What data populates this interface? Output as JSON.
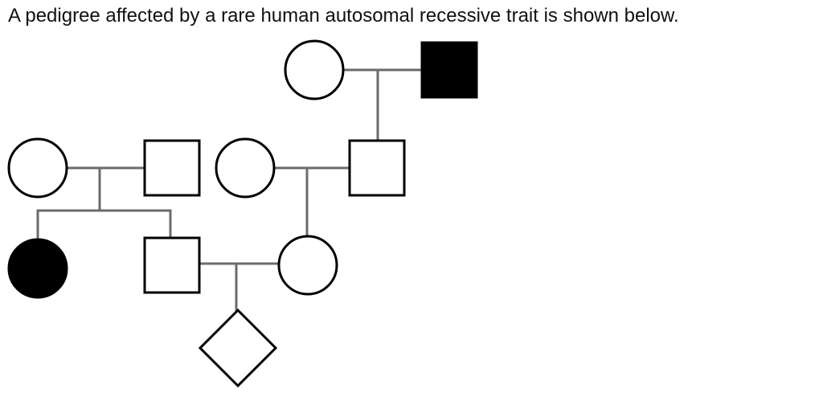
{
  "question": {
    "text": "A pedigree affected by a rare human autosomal recessive trait is shown below."
  },
  "pedigree": {
    "individuals": [
      {
        "id": "I-1",
        "sex": "female",
        "affected": false
      },
      {
        "id": "I-2",
        "sex": "male",
        "affected": true
      },
      {
        "id": "II-1",
        "sex": "female",
        "affected": false
      },
      {
        "id": "II-2",
        "sex": "male",
        "affected": false
      },
      {
        "id": "II-3",
        "sex": "female",
        "affected": false
      },
      {
        "id": "II-4",
        "sex": "male",
        "affected": false
      },
      {
        "id": "III-1",
        "sex": "female",
        "affected": true
      },
      {
        "id": "III-2",
        "sex": "male",
        "affected": false
      },
      {
        "id": "III-3",
        "sex": "female",
        "affected": false
      },
      {
        "id": "IV-1",
        "sex": "unknown",
        "affected": false
      }
    ],
    "colors": {
      "line": "#6b6b6b",
      "outline": "#000000",
      "affected_fill": "#000000",
      "unaffected_fill": "#ffffff"
    }
  }
}
